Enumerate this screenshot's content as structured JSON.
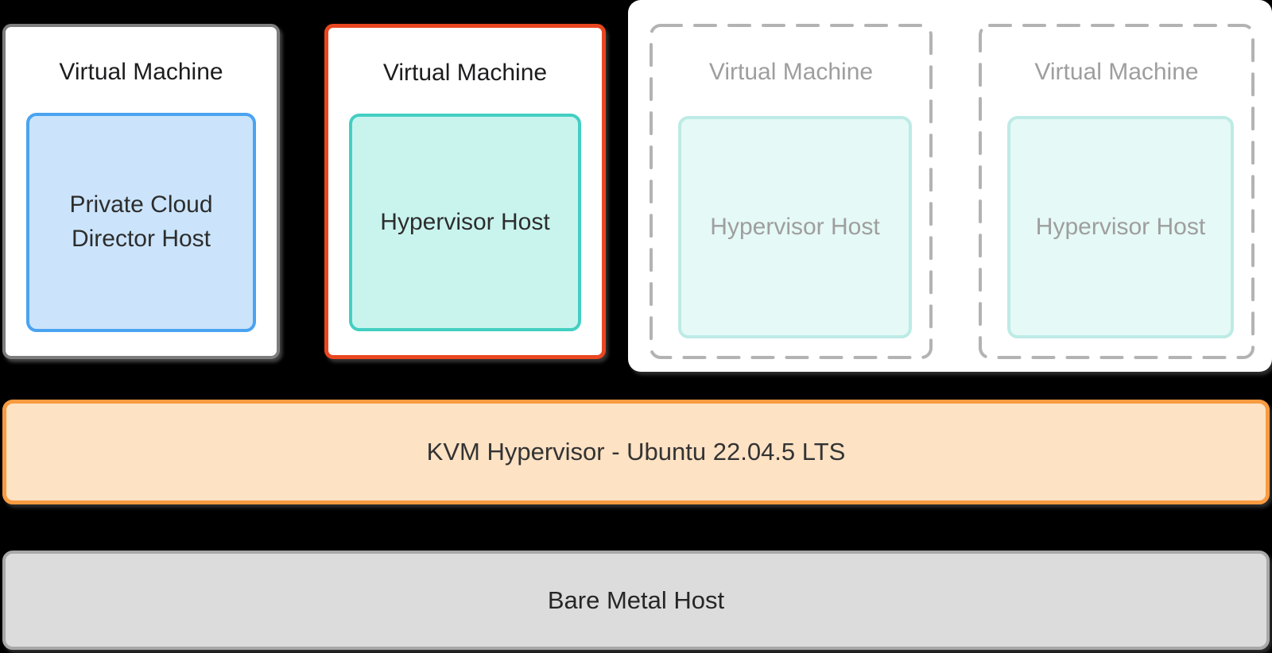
{
  "background_color": "#000000",
  "vm_row": {
    "vms": [
      {
        "title": "Virtual Machine",
        "host": "Private Cloud Director Host",
        "state": "active",
        "border_color": "#7d7d7d",
        "host_border_color": "#4aa3f0",
        "host_fill": "#cbe4fb"
      },
      {
        "title": "Virtual Machine",
        "host": "Hypervisor Host",
        "state": "highlighted",
        "border_color": "#ea4620",
        "host_border_color": "#43cfc2",
        "host_fill": "#c9f4ee"
      },
      {
        "title": "Virtual Machine",
        "host": "Hypervisor Host",
        "state": "planned",
        "border_color": "#b3b3b3",
        "host_border_color": "#bdebe6",
        "host_fill": "#e5f9f6"
      },
      {
        "title": "Virtual Machine",
        "host": "Hypervisor Host",
        "state": "planned",
        "border_color": "#b3b3b3",
        "host_border_color": "#bdebe6",
        "host_fill": "#e5f9f6"
      }
    ],
    "planned_panel_fill": "#ffffff"
  },
  "layers": {
    "hypervisor": {
      "label": "KVM Hypervisor - Ubuntu 22.04.5 LTS",
      "fill": "#fde2c4",
      "border_color": "#f89b40"
    },
    "bare_metal": {
      "label": "Bare Metal Host",
      "fill": "#dcdcdc",
      "border_color": "#a8a8a8"
    }
  }
}
